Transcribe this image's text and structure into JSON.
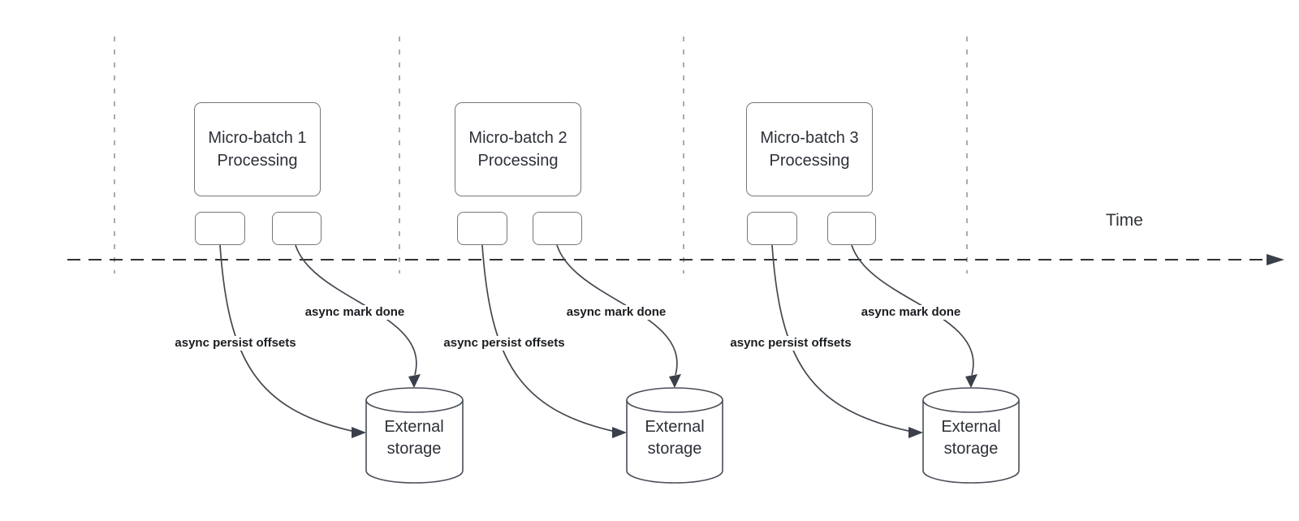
{
  "diagram": {
    "time_axis": {
      "label": "Time"
    },
    "batches": [
      {
        "box_label": "Micro-batch 1\nProcessing",
        "persist_label": "async persist offsets",
        "mark_done_label": "async mark done",
        "storage_label": "External\nstorage"
      },
      {
        "box_label": "Micro-batch 2\nProcessing",
        "persist_label": "async persist offsets",
        "mark_done_label": "async mark done",
        "storage_label": "External\nstorage"
      },
      {
        "box_label": "Micro-batch 3\nProcessing",
        "persist_label": "async persist offsets",
        "mark_done_label": "async mark done",
        "storage_label": "External\nstorage"
      }
    ],
    "colors": {
      "background": "#ffffff",
      "shape_stroke": "#74777b",
      "cylinder_stroke": "#4a4e57",
      "connector": "#43474f",
      "arrowhead": "#3a3f4a",
      "interval_divider": "#a9abad",
      "time_axis": "#2f3237",
      "text": "#2d3138",
      "bold_label_text": "#191c20"
    }
  }
}
